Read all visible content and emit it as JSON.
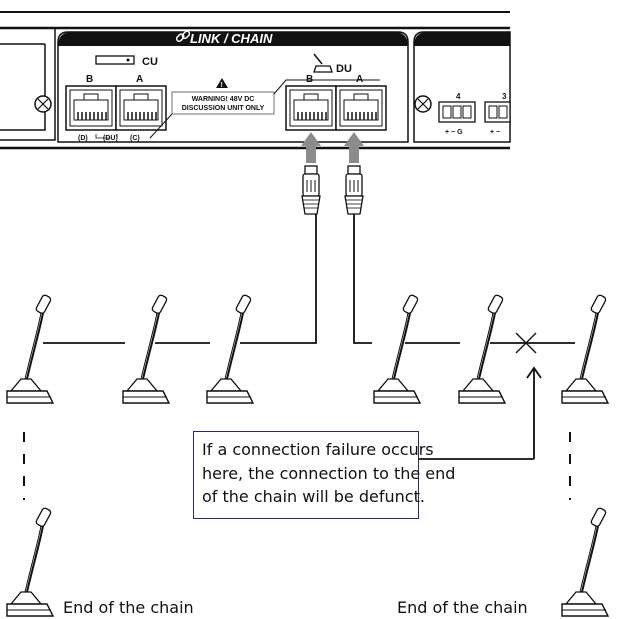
{
  "panel": {
    "section_title": "LINK / CHAIN",
    "cu": {
      "label": "CU",
      "port_b": "B",
      "port_a": "A",
      "sub_labels": [
        "(D)",
        "(DU)",
        "(C)"
      ]
    },
    "du": {
      "label": "DU",
      "port_b": "B",
      "port_a": "A"
    },
    "warning_lines": [
      "WARNING! 48V DC",
      "DISCUSSION UNIT ONLY"
    ],
    "terminals": {
      "label_4": "4",
      "label_3": "3",
      "pins": "+ − G",
      "pins_partial": "+ −"
    }
  },
  "callout": {
    "lines": [
      "If a connection failure occurs",
      "here, the connection to the end",
      "of the chain will be defunct."
    ]
  },
  "end_labels": {
    "left": "End of the chain",
    "right": "End of the chain"
  },
  "icons": {
    "link": "link-icon",
    "warning": "warning-triangle-icon",
    "du": "microphone-unit-icon",
    "break": "cross-mark-icon"
  },
  "colors": {
    "arrow": "#8c8c8c",
    "line": "#111111",
    "callout_border": "#2b2b6b"
  }
}
